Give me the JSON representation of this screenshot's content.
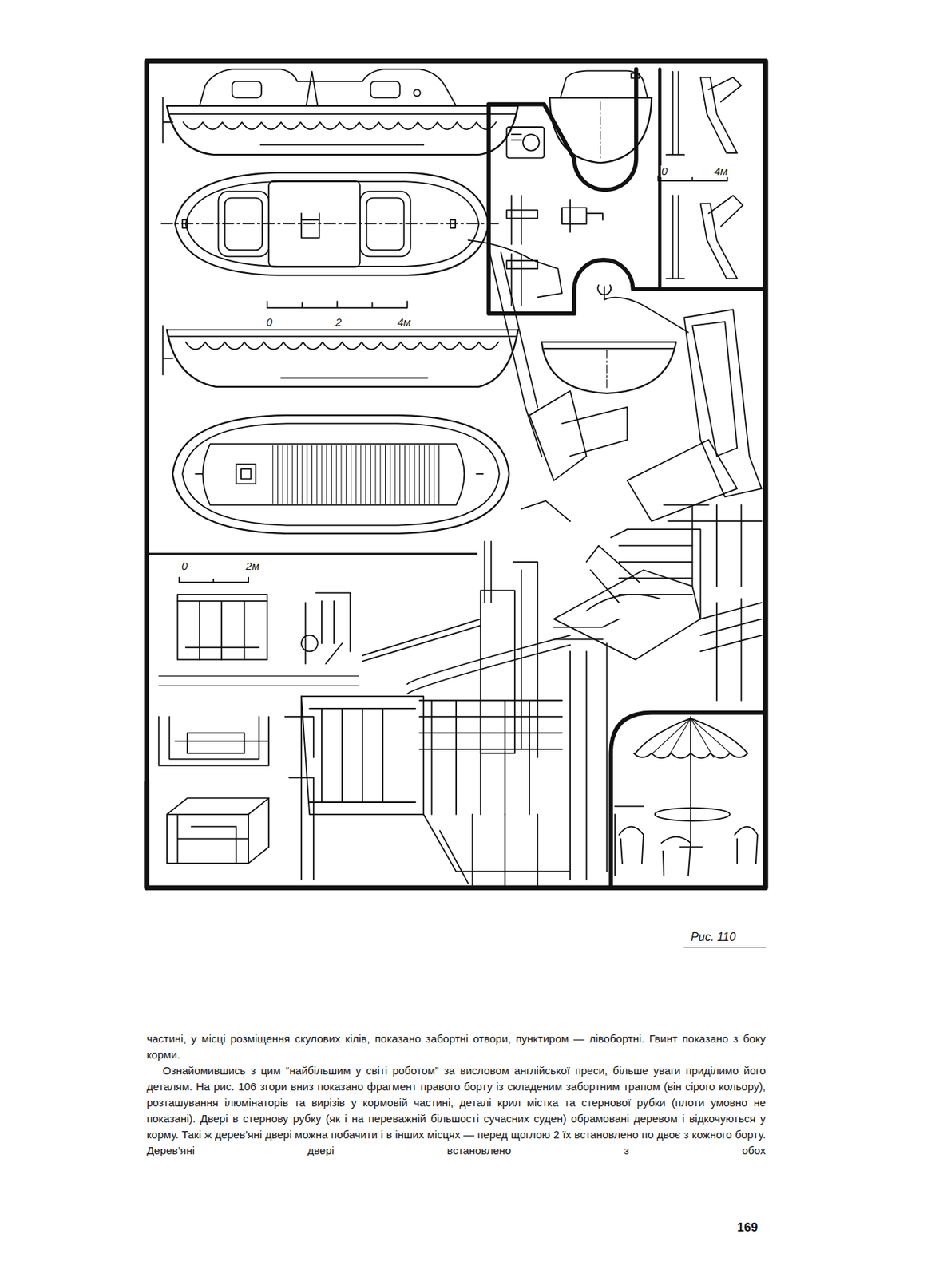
{
  "diagram": {
    "caption": "Рис. 110",
    "labels": [
      "0",
      "4м",
      "0",
      "2",
      "4м",
      "0",
      "2м",
      "частині, у місці розміщення скулових кілів, показано забортні отвори, пунктиром — лівобортні. Гвинт показано з боку корми.",
      "Ознайомившись з цим “найбільшим у світі роботом” за висловом англійської преси, більше уваги приділимо його деталям. На рис. 106 згори вниз показано фрагмент правого борту із складеним забортним трапом (він сірого кольору), розташування ілюмінаторів та вирізів у кормовій частині, деталі крил містка та стернової рубки (плоти умовно не показані). Двері в стернову рубку (як і на переважній більшості сучасних суден) обрамовані деревом і відкочуються у корму. Такі ж дерев’яні двері можна побачити і в інших місцях — перед щоглою 2 їх встановлено по двоє з кожного борту. Дерев’яні двері встановлено з обох",
      "169"
    ]
  }
}
